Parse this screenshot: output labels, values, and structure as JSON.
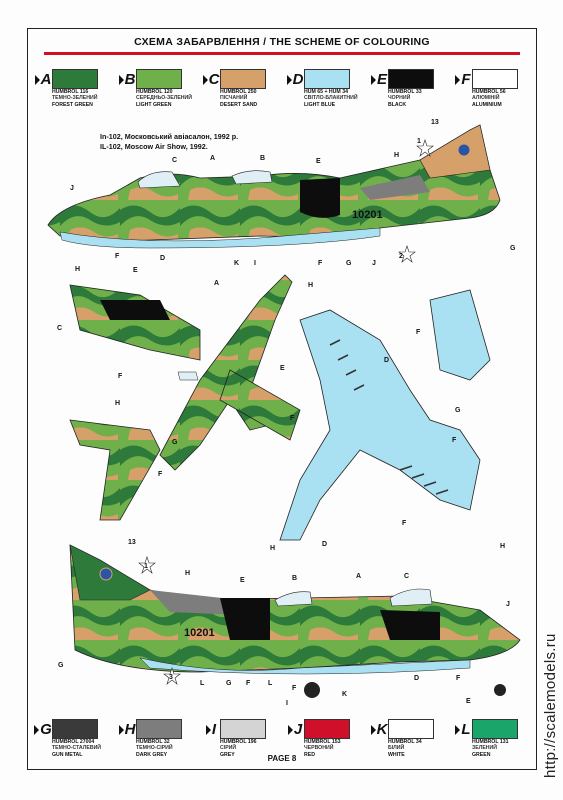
{
  "header": {
    "title": "СХЕМА ЗАБАРВЛЕННЯ / THE SCHEME OF COLOURING"
  },
  "caption": {
    "line1": "In-102, Московський авіасалон, 1992 р.",
    "line2": "IL-102, Moscow Air Show, 1992."
  },
  "swatches_top": [
    {
      "letter": "A",
      "color": "#2e7a3a",
      "l1": "HUMBROL 116",
      "l2": "ТЕМНО-ЗЕЛЕНИЙ",
      "l3": "FOREST GREEN"
    },
    {
      "letter": "B",
      "color": "#6fb04a",
      "l1": "HUMBROL 120",
      "l2": "СЕРЕДНЬО-ЗЕЛЕНИЙ",
      "l3": "LIGHT GREEN"
    },
    {
      "letter": "C",
      "color": "#d6a06a",
      "l1": "HUMBROL 250",
      "l2": "ПІСЧАНИЙ",
      "l3": "DESERT SAND"
    },
    {
      "letter": "D",
      "color": "#a9e0f2",
      "l1": "HUM 65 + HUM 34",
      "l2": "СВІТЛО-БЛАКИТНИЙ",
      "l3": "LIGHT BLUE"
    },
    {
      "letter": "E",
      "color": "#0d0d0d",
      "l1": "HUMBROL 33",
      "l2": "ЧОРНИЙ",
      "l3": "BLACK"
    },
    {
      "letter": "F",
      "color": "#ffffff",
      "l1": "HUMBROL 56",
      "l2": "АЛЮМІНІЙ",
      "l3": "ALUMINIUM"
    }
  ],
  "swatches_bottom": [
    {
      "letter": "G",
      "color": "#3a3a3a",
      "l1": "HUMBROL 27004",
      "l2": "ТЕМНО-СТАЛЕВИЙ",
      "l3": "GUN METAL"
    },
    {
      "letter": "H",
      "color": "#7d7d7d",
      "l1": "HUMBROL 32",
      "l2": "ТЕМНО-СІРИЙ",
      "l3": "DARK GREY"
    },
    {
      "letter": "I",
      "color": "#d4d4d4",
      "l1": "HUMBROL 196",
      "l2": "СІРИЙ",
      "l3": "GREY"
    },
    {
      "letter": "J",
      "color": "#d0102a",
      "l1": "HUMBROL 153",
      "l2": "ЧЕРВОНИЙ",
      "l3": "RED"
    },
    {
      "letter": "K",
      "color": "#ffffff",
      "l1": "HUMBROL 34",
      "l2": "БІЛИЙ",
      "l3": "WHITE"
    },
    {
      "letter": "L",
      "color": "#1aa66a",
      "l1": "HUMBROL 131",
      "l2": "ЗЕЛЕНИЙ",
      "l3": "GREEN"
    }
  ],
  "serial_top": "10201",
  "serial_bottom": "10201",
  "decals": {
    "d1": "1",
    "d2": "2",
    "d3": "3",
    "d13": "13"
  },
  "callouts": {
    "A": "A",
    "B": "B",
    "C": "C",
    "D": "D",
    "E": "E",
    "F": "F",
    "G": "G",
    "H": "H",
    "I": "I",
    "J": "J",
    "K": "K",
    "L": "L"
  },
  "footer": {
    "page": "PAGE 8"
  },
  "watermark": "http://scalemodels.ru"
}
